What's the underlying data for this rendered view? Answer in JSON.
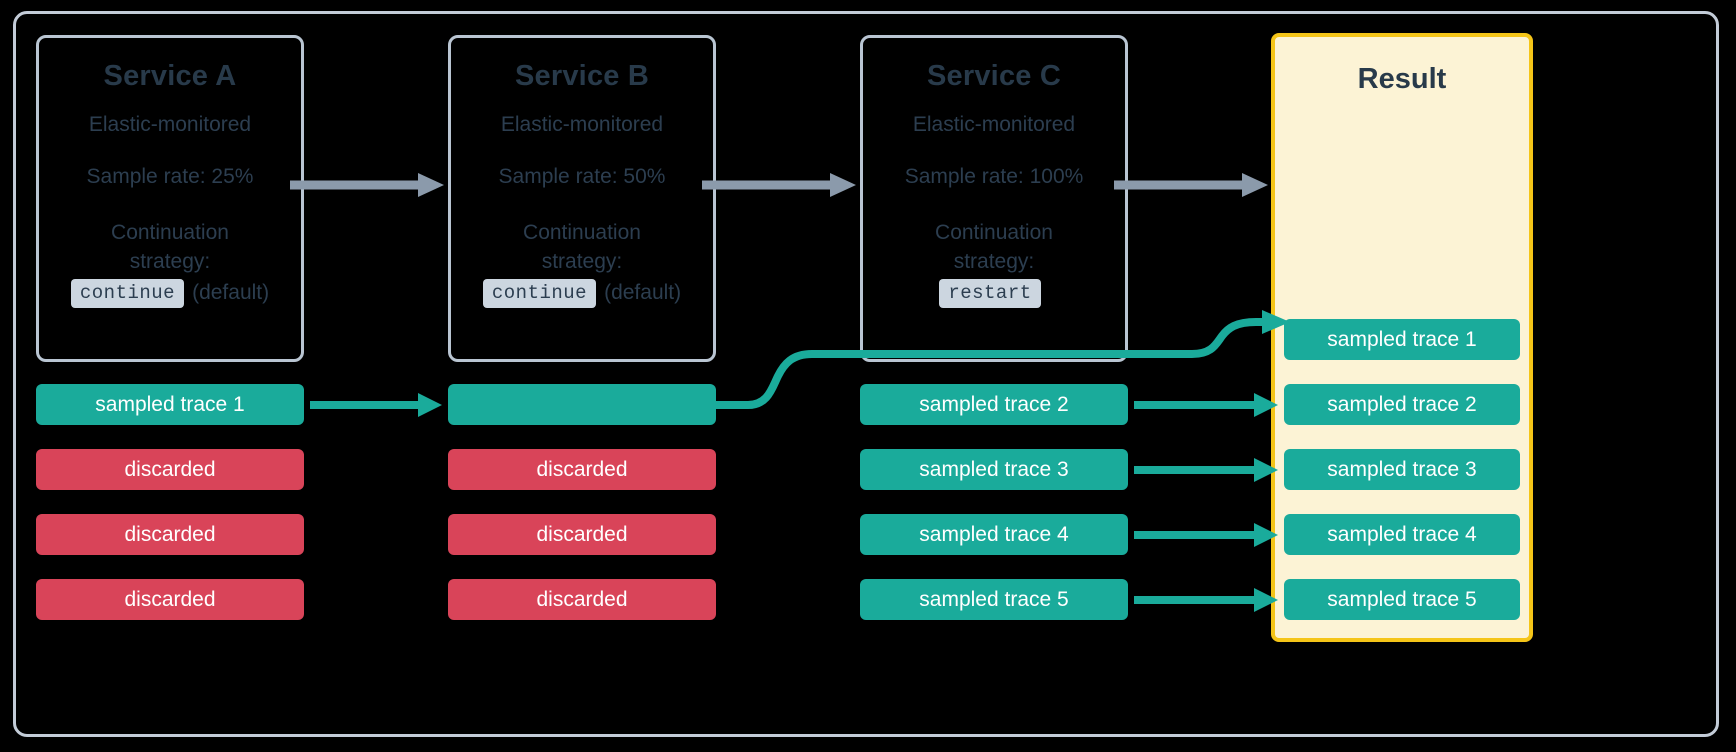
{
  "diagram": {
    "title": "Elastic APM distributed tracing sampling continuation strategy",
    "colors": {
      "background": "#000000",
      "frame_border": "#c3ccd8",
      "card_border": "#b9c5d2",
      "text_dark": "#2c3e50",
      "heading": "#283a4a",
      "sampled_teal": "#1aab9b",
      "discarded_red": "#d94459",
      "result_fill": "#fcf3d5",
      "result_border": "#f5c518",
      "gray_arrow": "#8b9aab",
      "code_badge_bg": "#ccd6e0"
    }
  },
  "services": [
    {
      "id": "service-a",
      "title": "Service A",
      "subtitle": "Elastic-monitored",
      "sample_rate": "Sample rate: 25%",
      "strategy_label_line1": "Continuation",
      "strategy_label_line2": "strategy:",
      "strategy_value": "continue",
      "strategy_note": "(default)"
    },
    {
      "id": "service-b",
      "title": "Service B",
      "subtitle": "Elastic-monitored",
      "sample_rate": "Sample rate: 50%",
      "strategy_label_line1": "Continuation",
      "strategy_label_line2": "strategy:",
      "strategy_value": "continue",
      "strategy_note": "(default)"
    },
    {
      "id": "service-c",
      "title": "Service C",
      "subtitle": "Elastic-monitored",
      "sample_rate": "Sample rate: 100%",
      "strategy_label_line1": "Continuation",
      "strategy_label_line2": "strategy:",
      "strategy_value": "restart",
      "strategy_note": ""
    }
  ],
  "result": {
    "title": "Result",
    "traces": [
      "sampled trace 1",
      "sampled trace 2",
      "sampled trace 3",
      "sampled trace 4",
      "sampled trace 5"
    ]
  },
  "columns": {
    "service_a_traces": [
      {
        "label": "sampled trace 1",
        "state": "sampled"
      },
      {
        "label": "discarded",
        "state": "discarded"
      },
      {
        "label": "discarded",
        "state": "discarded"
      },
      {
        "label": "discarded",
        "state": "discarded"
      }
    ],
    "service_b_traces": [
      {
        "label": "",
        "state": "sampled"
      },
      {
        "label": "discarded",
        "state": "discarded"
      },
      {
        "label": "discarded",
        "state": "discarded"
      },
      {
        "label": "discarded",
        "state": "discarded"
      }
    ],
    "service_c_traces": [
      {
        "label": "sampled trace 2",
        "state": "sampled"
      },
      {
        "label": "sampled trace 3",
        "state": "sampled"
      },
      {
        "label": "sampled trace 4",
        "state": "sampled"
      },
      {
        "label": "sampled trace 5",
        "state": "sampled"
      }
    ]
  }
}
